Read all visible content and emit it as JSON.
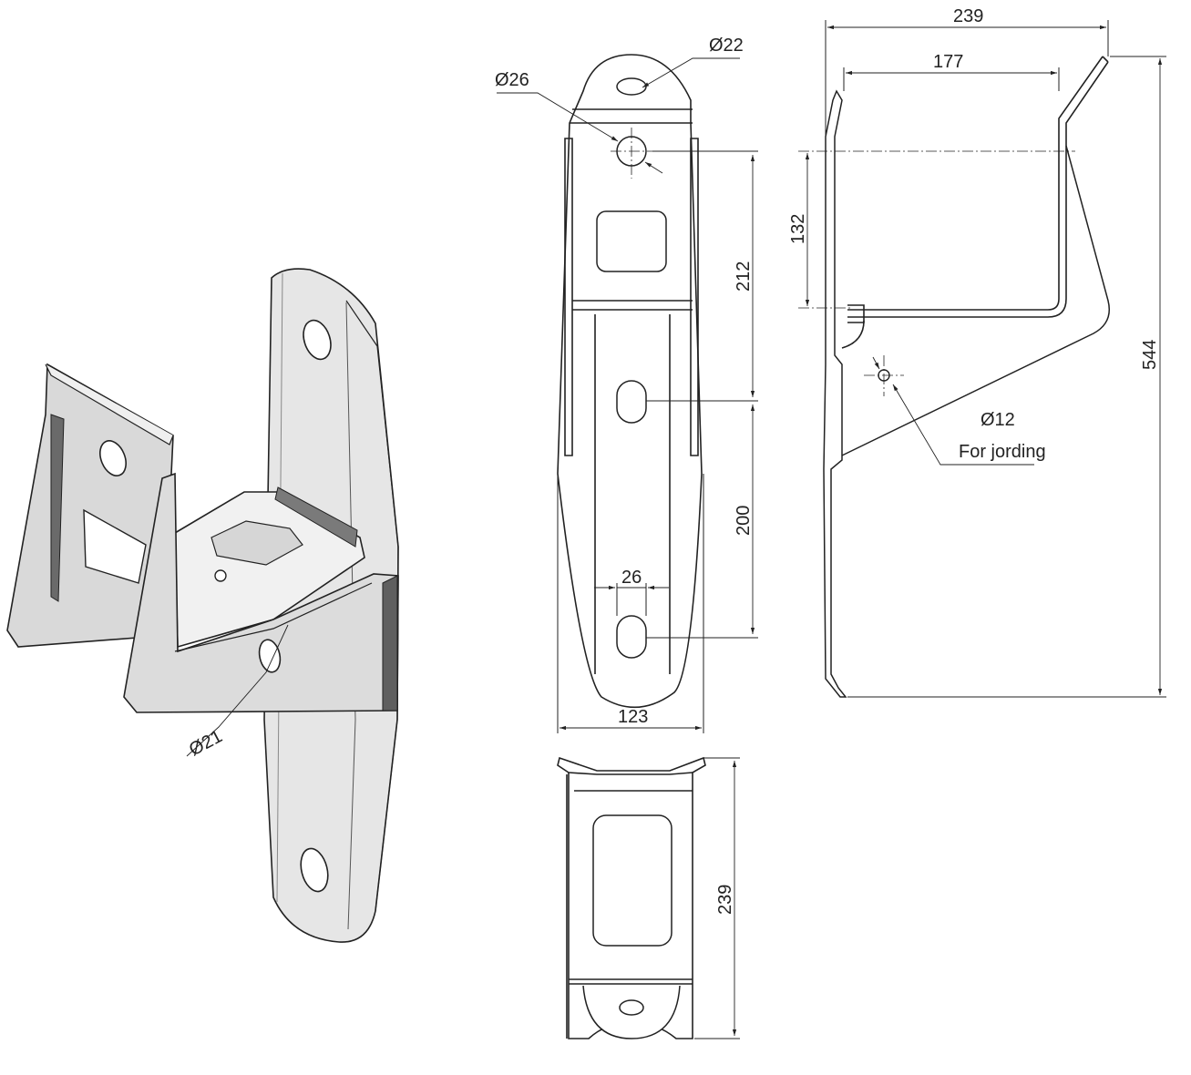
{
  "dimensions": {
    "front": {
      "hole_top": "Ø22",
      "hole_upper": "Ø26",
      "height_upper": "212",
      "height_lower": "200",
      "slot_width": "26",
      "width": "123"
    },
    "side": {
      "overall_width": "239",
      "inner_width": "177",
      "vertical_offset": "132",
      "overall_height": "544",
      "ground_hole": "Ø12",
      "ground_note": "For jording"
    },
    "bottom": {
      "depth": "239"
    },
    "iso": {
      "hole": "Ø21"
    }
  },
  "colors": {
    "line": "#222222",
    "face_light": "#ebebeb",
    "face_mid": "#d4d4d4",
    "face_dark": "#8c8c8c",
    "face_shadow": "#5a5a5a"
  }
}
